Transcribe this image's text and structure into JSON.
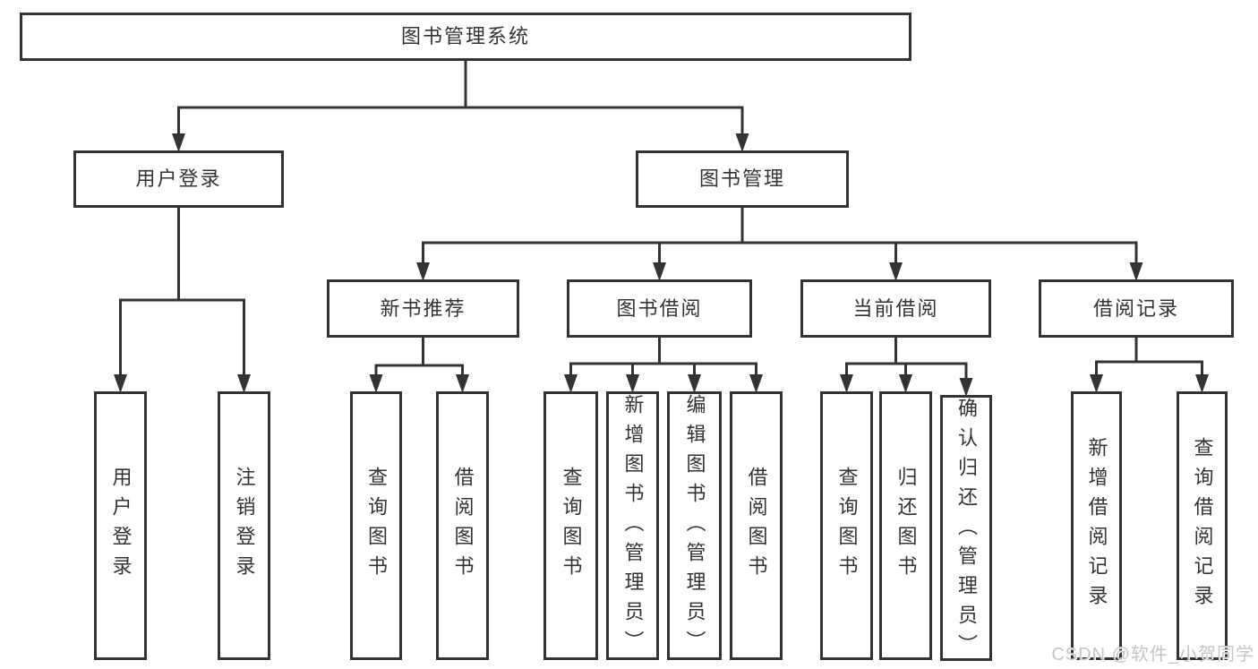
{
  "diagram": {
    "title": "图书管理系统",
    "nodes": [
      {
        "id": "root",
        "label": "图书管理系统",
        "parent": null
      },
      {
        "id": "user-login",
        "label": "用户登录",
        "parent": "root"
      },
      {
        "id": "book-mgmt",
        "label": "图书管理",
        "parent": "root"
      },
      {
        "id": "login",
        "label": "用户登录",
        "parent": "user-login"
      },
      {
        "id": "logout",
        "label": "注销登录",
        "parent": "user-login"
      },
      {
        "id": "new-rec",
        "label": "新书推荐",
        "parent": "book-mgmt"
      },
      {
        "id": "book-borrow",
        "label": "图书借阅",
        "parent": "book-mgmt"
      },
      {
        "id": "cur-borrow",
        "label": "当前借阅",
        "parent": "book-mgmt"
      },
      {
        "id": "rec",
        "label": "借阅记录",
        "parent": "book-mgmt"
      },
      {
        "id": "nr-query",
        "label": "查询图书",
        "parent": "new-rec"
      },
      {
        "id": "nr-borrow",
        "label": "借阅图书",
        "parent": "new-rec"
      },
      {
        "id": "bb-query",
        "label": "查询图书",
        "parent": "book-borrow"
      },
      {
        "id": "bb-add",
        "label": "新增图书（管理员）",
        "parent": "book-borrow"
      },
      {
        "id": "bb-edit",
        "label": "编辑图书（管理员）",
        "parent": "book-borrow"
      },
      {
        "id": "bb-borrow",
        "label": "借阅图书",
        "parent": "book-borrow"
      },
      {
        "id": "cb-query",
        "label": "查询图书",
        "parent": "cur-borrow"
      },
      {
        "id": "cb-return",
        "label": "归还图书",
        "parent": "cur-borrow"
      },
      {
        "id": "cb-confirm",
        "label": "确认归还（管理员）",
        "parent": "cur-borrow"
      },
      {
        "id": "rec-add",
        "label": "新增借阅记录",
        "parent": "rec"
      },
      {
        "id": "rec-query",
        "label": "查询借阅记录",
        "parent": "rec"
      }
    ]
  },
  "watermark": {
    "text": "CSDN @软件_小贺同学"
  },
  "colors": {
    "line": "#333333",
    "box_border": "#333333",
    "text": "#333333",
    "background": "#ffffff",
    "watermark": "#c5c5c5"
  }
}
